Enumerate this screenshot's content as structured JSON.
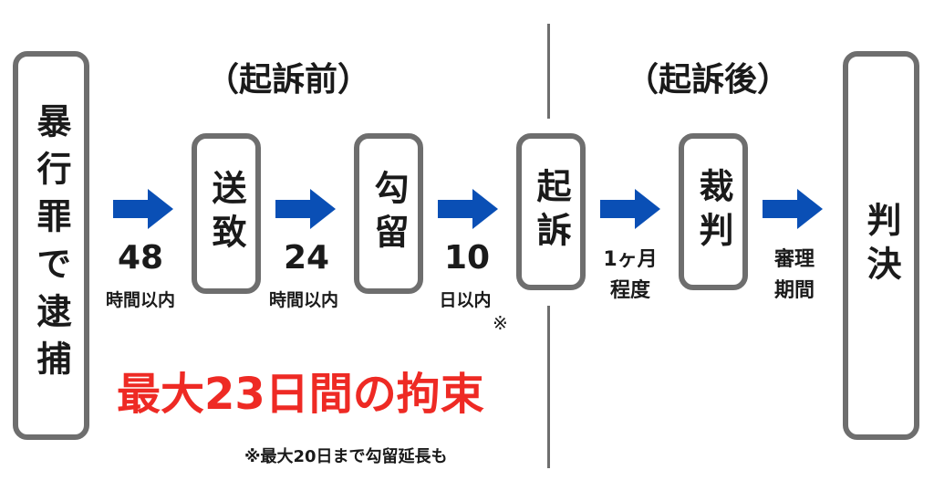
{
  "headings": {
    "pre": "（起訴前）",
    "post": "（起訴後）"
  },
  "steps": {
    "arrest": "暴行罪で逮捕",
    "send": "送致",
    "detain": "勾留",
    "indict": "起訴",
    "trial": "裁判",
    "verdict": "判決"
  },
  "durations": {
    "d1": {
      "num": "48",
      "unit": "時間以内"
    },
    "d2": {
      "num": "24",
      "unit": "時間以内"
    },
    "d3": {
      "num": "10",
      "unit": "日以内",
      "mark": "※"
    },
    "d4": {
      "line1": "1ヶ月",
      "line2": "程度"
    },
    "d5": {
      "line1": "審理",
      "line2": "期間"
    }
  },
  "highlight": "最大23日間の拘束",
  "note": "※最大20日まで勾留延長も",
  "colors": {
    "arrow": "#0a4fb5",
    "highlight": "#ee2a24",
    "border": "#6e6e6e"
  }
}
